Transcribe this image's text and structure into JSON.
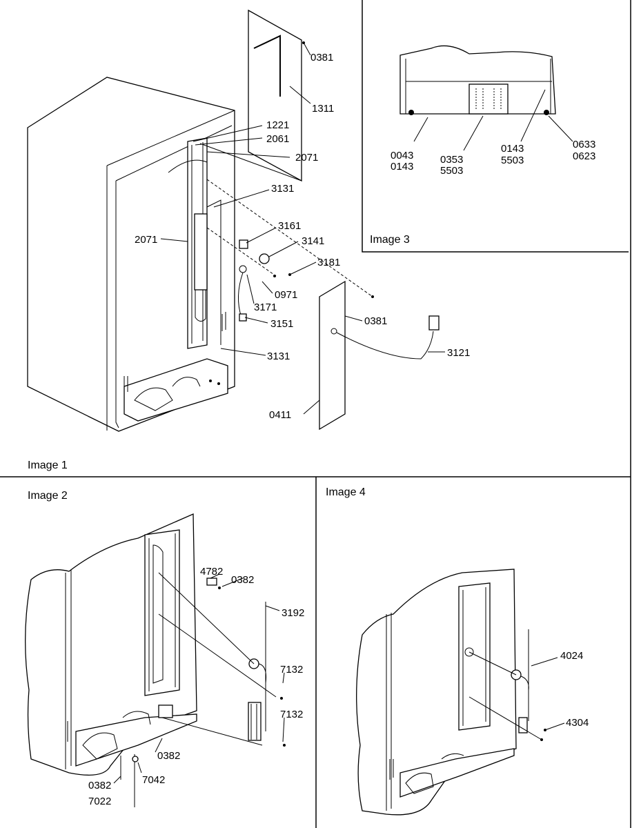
{
  "panels": {
    "image1": {
      "caption": "Image 1",
      "labels": [
        "0381",
        "1311",
        "1221",
        "2061",
        "2071",
        "3131",
        "3161",
        "3141",
        "2071",
        "3181",
        "0971",
        "3171",
        "0381",
        "3151",
        "3121",
        "3131",
        "0411"
      ]
    },
    "image2": {
      "caption": "Image 2",
      "labels": [
        "4782",
        "0382",
        "3192",
        "7132",
        "7132",
        "0382",
        "0382",
        "7042",
        "7022"
      ]
    },
    "image3": {
      "caption": "Image 3",
      "labels": [
        "0043",
        "0143",
        "0353",
        "5503",
        "0143",
        "5503",
        "0633",
        "0623"
      ]
    },
    "image4": {
      "caption": "Image 4",
      "labels": [
        "4024",
        "4304"
      ]
    }
  }
}
